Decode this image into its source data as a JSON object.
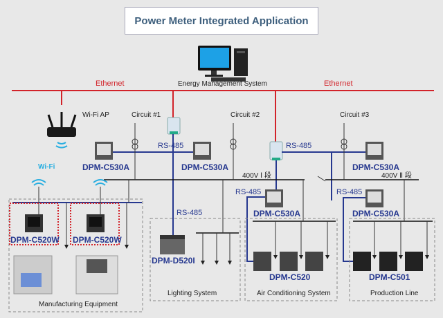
{
  "title": "Power Meter Integrated Application",
  "network": {
    "ethernet_left": "Ethernet",
    "ethernet_right": "Ethernet",
    "ems_label": "Energy Management System",
    "wifi_ap_label": "Wi-Fi AP",
    "wifi_label": "Wi-Fi",
    "rs485_label": "RS-485"
  },
  "circuits": [
    "Circuit #1",
    "Circuit #2",
    "Circuit #3"
  ],
  "busbars": {
    "bus1": "400V Ⅰ 段",
    "bus2": "400V Ⅱ 段"
  },
  "meters": {
    "c530a": "DPM-C530A",
    "c520w": "DPM-C520W",
    "d520i": "DPM-D520I",
    "c520": "DPM-C520",
    "c501": "DPM-C501"
  },
  "zones": {
    "manufacturing": "Manufacturing Equipment",
    "lighting": "Lighting System",
    "air_conditioning": "Air Conditioning System",
    "production": "Production Line"
  },
  "colors": {
    "ethernet": "#d2232a",
    "rs485": "#26388f",
    "wifi": "#29aee0",
    "title_text": "#3e5f7d",
    "highlight": "#d2232a"
  }
}
